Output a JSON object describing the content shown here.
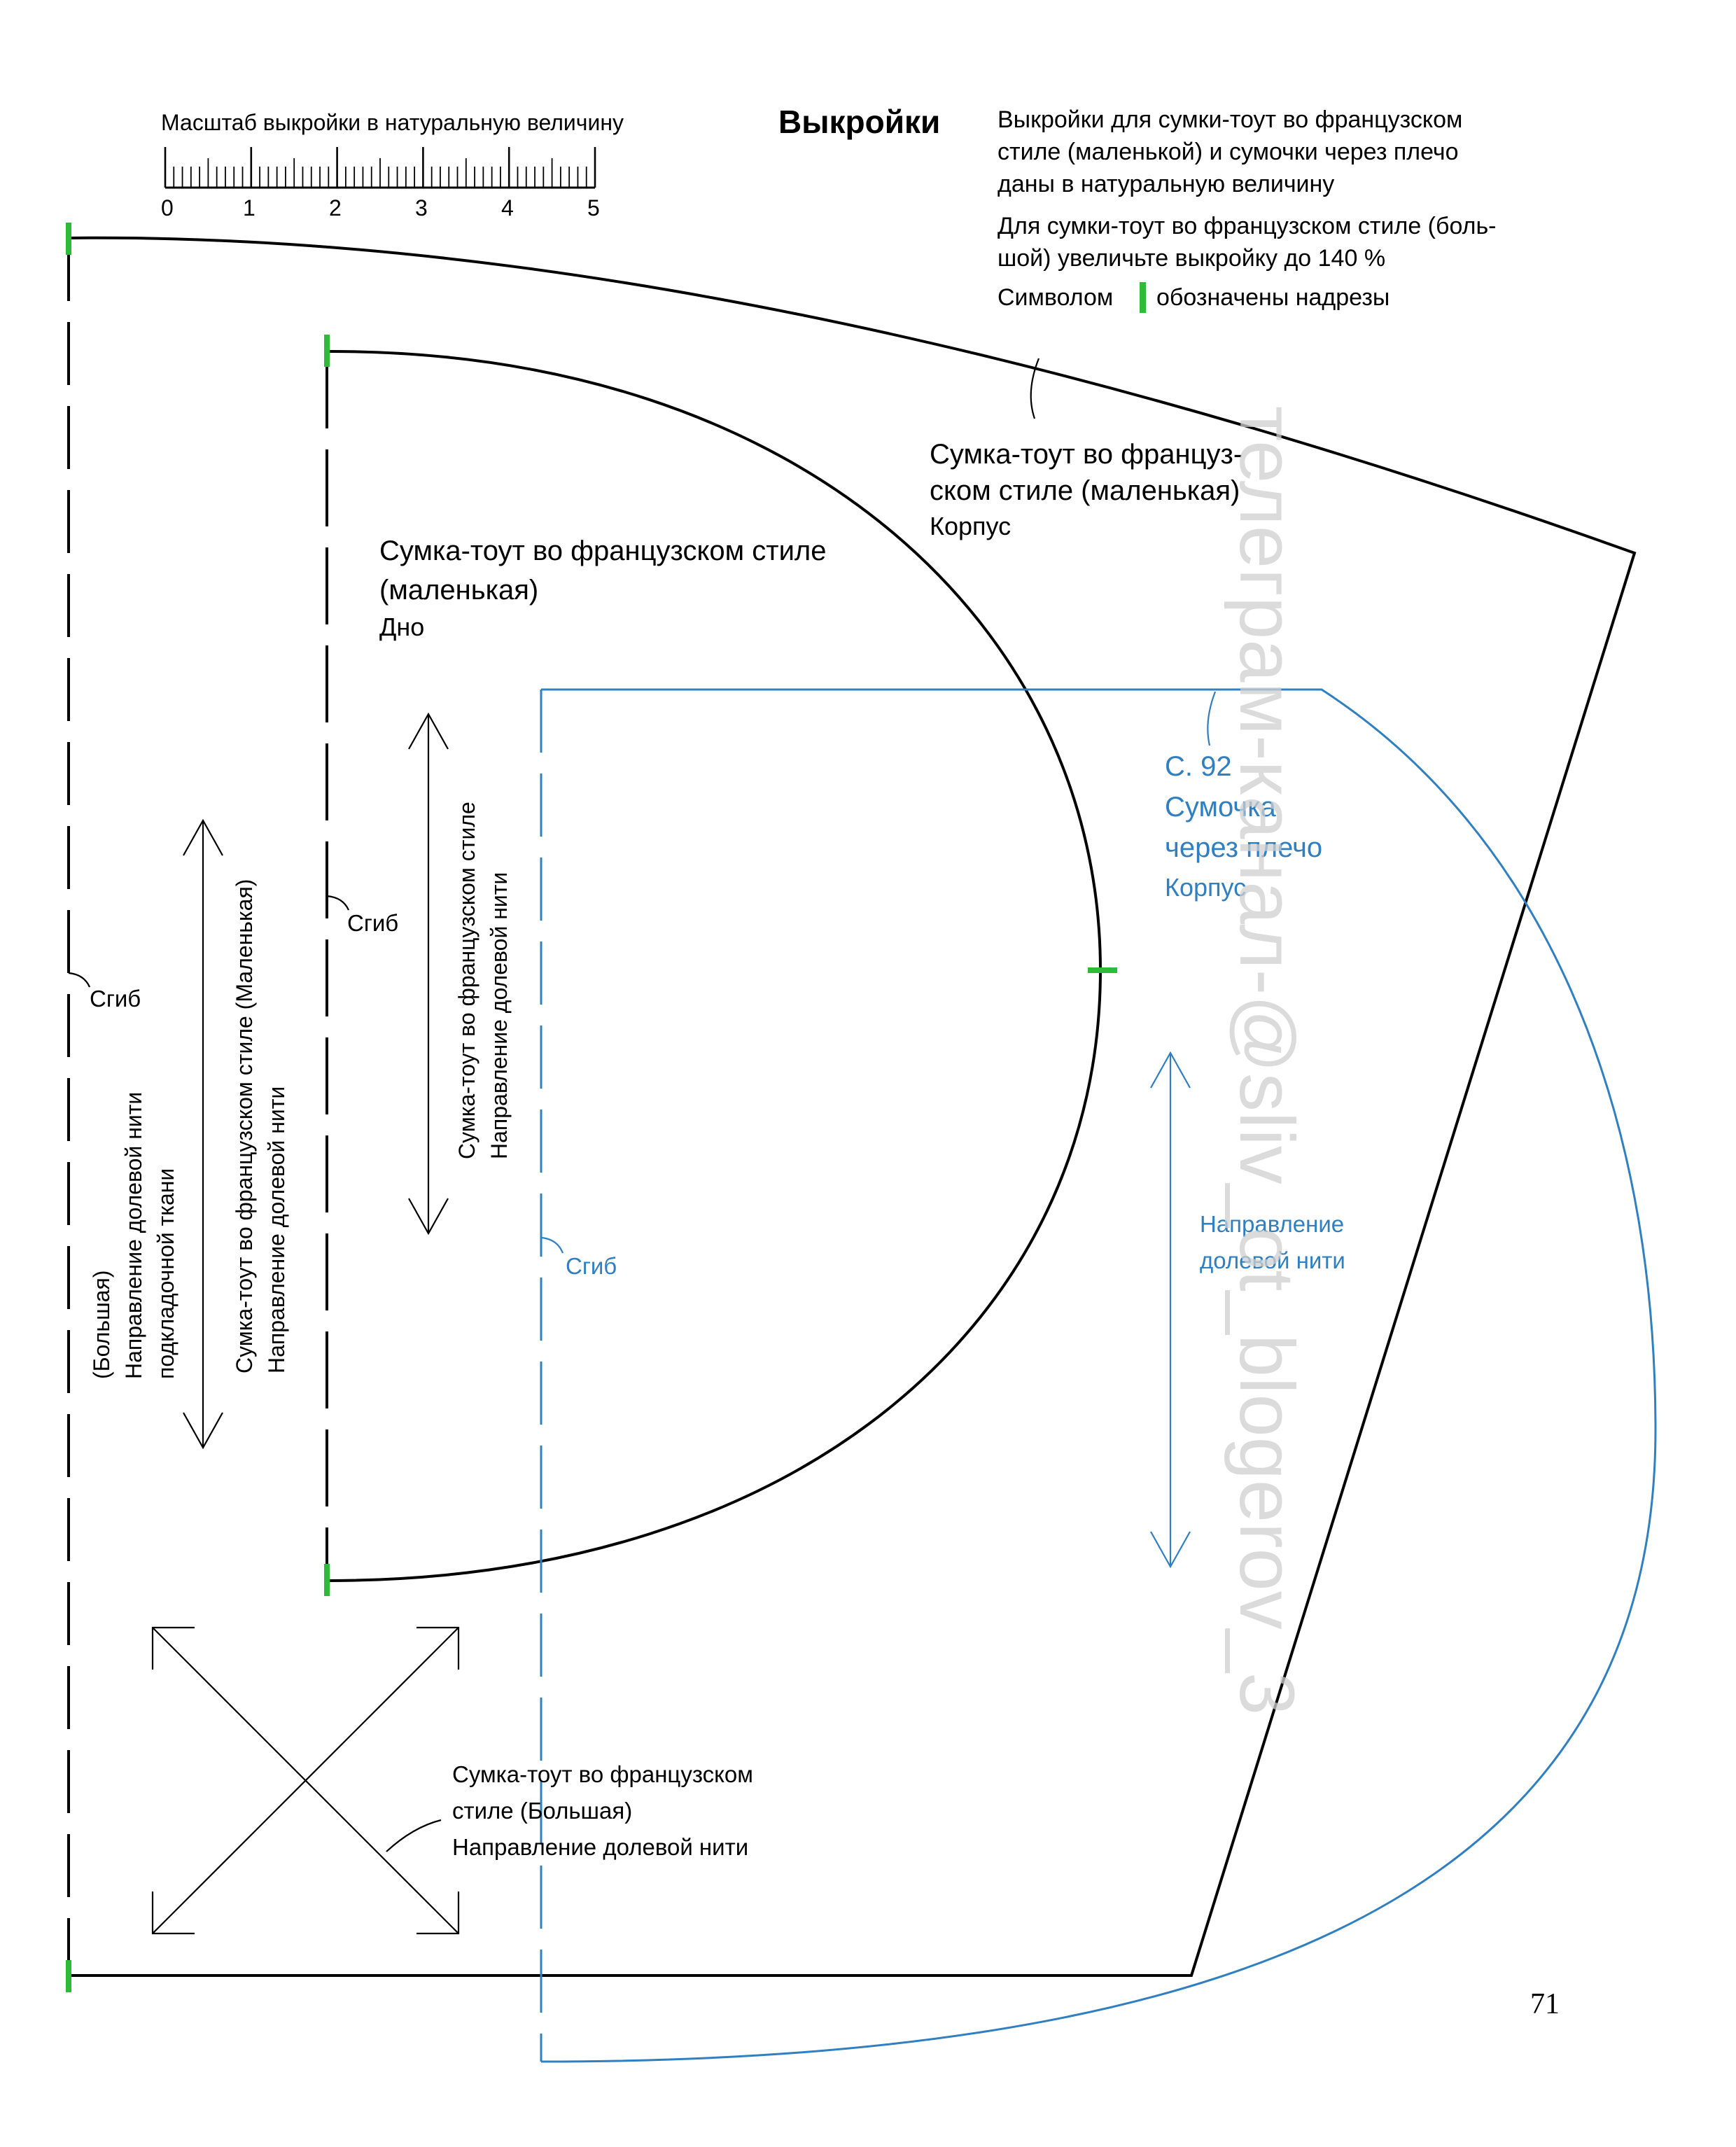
{
  "scale": {
    "title": "Масштаб выкройки в натуральную величину",
    "ticks": [
      "0",
      "1",
      "2",
      "3",
      "4",
      "5"
    ]
  },
  "header": {
    "title": "Выкройки",
    "info_lines": [
      "Выкройки для сумки-тоут во французском",
      "стиле (маленькой) и сумочки через плечо",
      "даны в натуральную величину",
      "Для сумки-тоут во французском стиле (боль-",
      "шой) увеличьте выкройку до 140 %"
    ],
    "legend_before": "Символом",
    "legend_after": "обозначены надрезы"
  },
  "labels": {
    "small_body_line1": "Сумка-тоут во француз-",
    "small_body_line2": "ском стиле (маленькая)",
    "small_body_part": "Корпус",
    "bottom_line1": "Сумка-тоут во французском стиле",
    "bottom_line2": "(маленькая)",
    "bottom_part": "Дно",
    "fold": "Сгиб",
    "blue_page": "С. 92",
    "blue_line1": "Сумочка",
    "blue_line2": "через плечо",
    "blue_part": "Корпус",
    "blue_grain_line1": "Направление",
    "blue_grain_line2": "долевой нити",
    "vert_large_1": "(Большая)",
    "vert_large_2": "Направление долевой нити",
    "vert_large_3": "подкладочной ткани",
    "vert_small_1": "Сумка-тоут во французском стиле (Маленькая)",
    "vert_small_2": "Направление долевой нити",
    "vert_bottom_1": "Сумка-тоут во французском стиле",
    "vert_bottom_2": "Направление долевой нити",
    "diag_line1": "Сумка-тоут во французском",
    "diag_line2": "стиле (Большая)",
    "diag_line3": "Направление долевой нити"
  },
  "watermark": "телеграм-канал-@sliv_ot_blogerov_3",
  "page_number": "71",
  "colors": {
    "pattern": "#000000",
    "blue": "#2f7fc1",
    "notch": "#2dbb3a",
    "watermark": "#c8c8c8"
  }
}
